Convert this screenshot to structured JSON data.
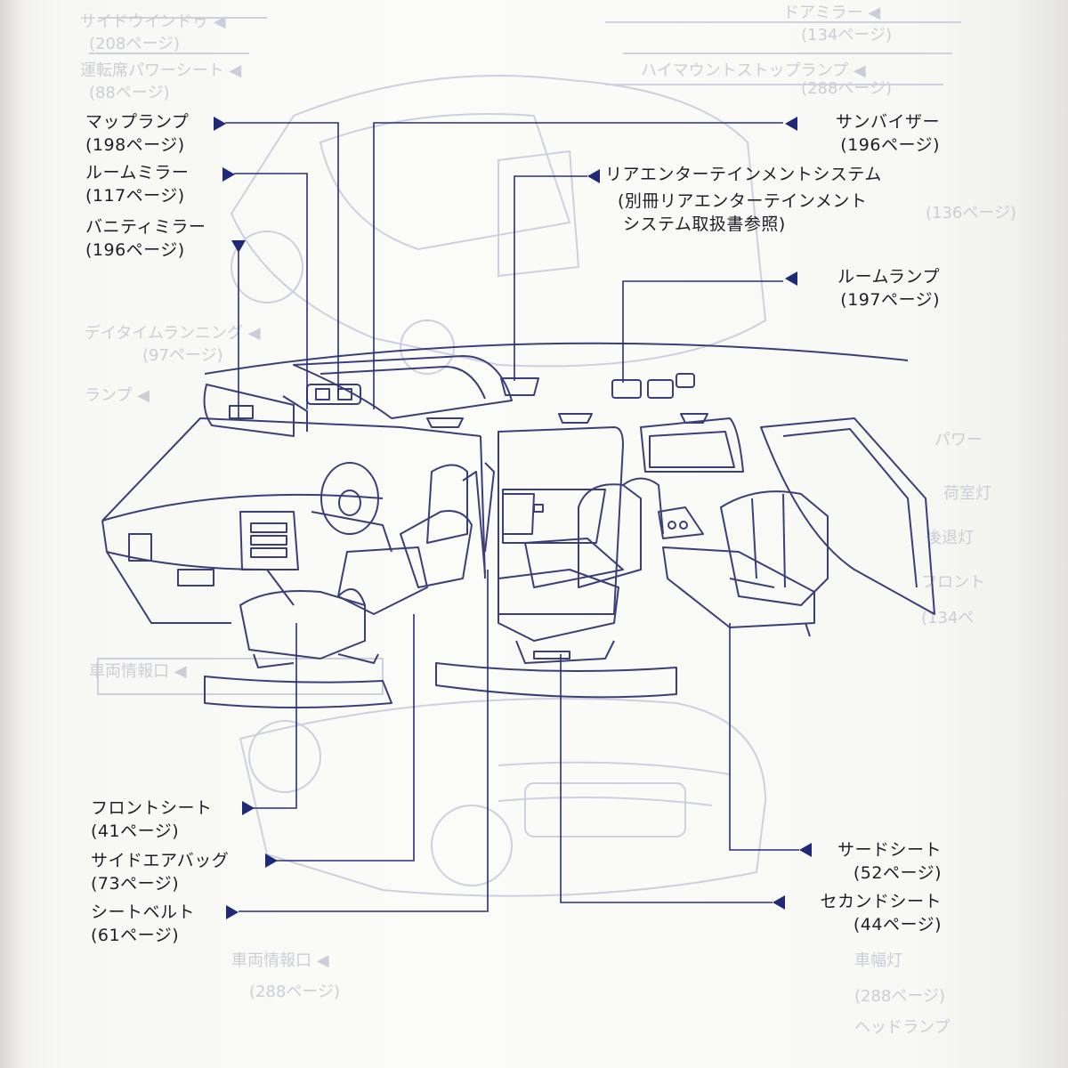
{
  "labels": {
    "map_lamp": {
      "name": "マップランプ",
      "page": "(198ページ)"
    },
    "room_mirror": {
      "name": "ルームミラー",
      "page": "(117ページ)"
    },
    "vanity_mirror": {
      "name": "バニティミラー",
      "page": "(196ページ)"
    },
    "sun_visor": {
      "name": "サンバイザー",
      "page": "(196ページ)"
    },
    "rear_entertainment": {
      "name": "リアエンターテインメントシステム",
      "note_line1": "(別冊リアエンターテインメント",
      "note_line2": "システム取扱書参照)"
    },
    "room_lamp": {
      "name": "ルームランプ",
      "page": "(197ページ)"
    },
    "front_seat": {
      "name": "フロントシート",
      "page": "(41ページ)"
    },
    "side_airbag": {
      "name": "サイドエアバッグ",
      "page": "(73ページ)"
    },
    "seat_belt": {
      "name": "シートベルト",
      "page": "(61ページ)"
    },
    "third_seat": {
      "name": "サードシート",
      "page": "(52ページ)"
    },
    "second_seat": {
      "name": "セカンドシート",
      "page": "(44ページ)"
    }
  },
  "colors": {
    "ink": "#1e1e2a",
    "leader": "#27307e",
    "marker": "#1e2a78",
    "drawing": "#3a3f7a",
    "ghost": "#c9cbdc"
  }
}
